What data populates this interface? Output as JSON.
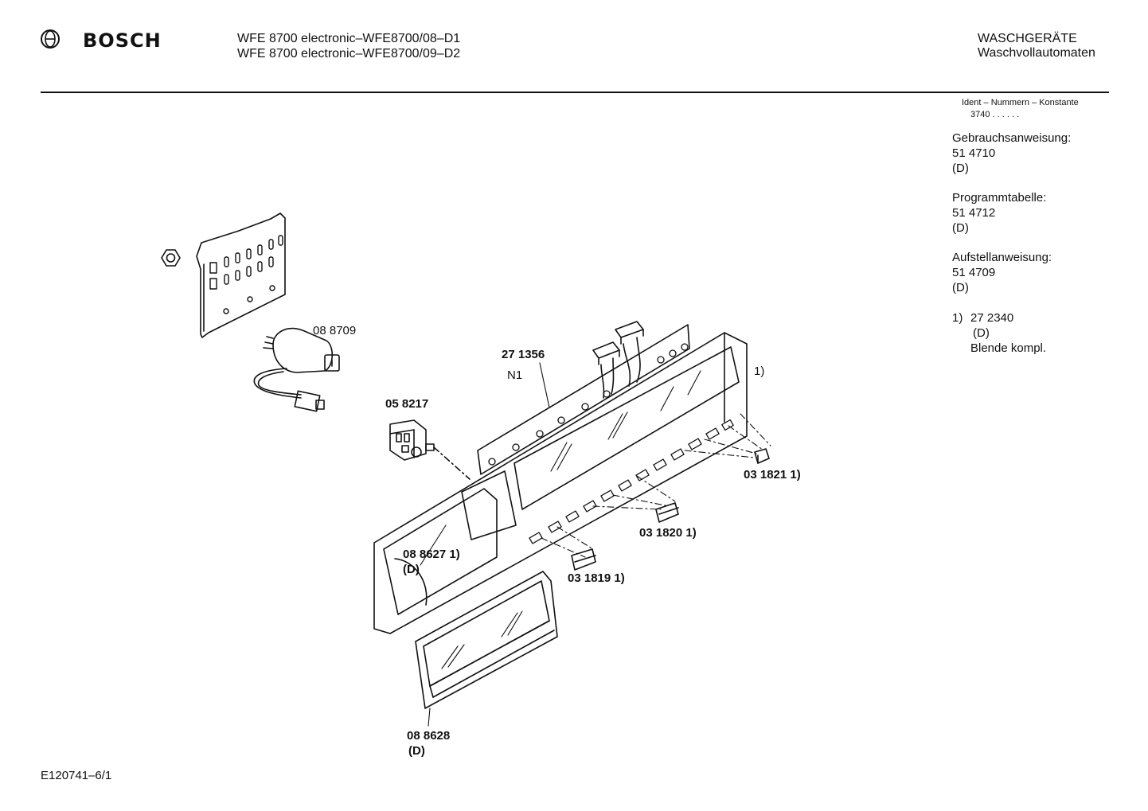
{
  "header": {
    "brand": "BOSCH",
    "brand_icon": "bosch-armature-icon",
    "model_line_1": "WFE 8700 electronic–WFE8700/08–D1",
    "model_line_2": "WFE 8700 electronic–WFE8700/09–D2",
    "category": "WASCHGERÄTE",
    "subcategory": "Waschvollautomaten"
  },
  "sidebar": {
    "ident_title": "Ident – Nummern – Konstante",
    "ident_value": "3740 . . . . . .",
    "docs": [
      {
        "title": "Gebrauchsanweisung:",
        "number": "51 4710",
        "lang": "(D)"
      },
      {
        "title": "Programmtabelle:",
        "number": "51 4712",
        "lang": "(D)"
      },
      {
        "title": "Aufstellanweisung:",
        "number": "51 4709",
        "lang": "(D)"
      }
    ],
    "footnote": {
      "marker": "1)",
      "number": "27 2340",
      "lang": "(D)",
      "text": "Blende kompl."
    }
  },
  "labels": {
    "part_088709": "08 8709",
    "part_271356": "27 1356",
    "n1": "N1",
    "fn_1": "1)",
    "part_058217": "05 8217",
    "part_031821": "03 1821 1)",
    "part_031820": "03 1820 1)",
    "part_088627": "08 8627 1)",
    "part_088627_lang": "(D)",
    "part_031819": "03 1819 1)",
    "part_088628": "08 8628",
    "part_088628_lang": "(D)"
  },
  "footer": {
    "drawing_id": "E120741–6/1"
  }
}
